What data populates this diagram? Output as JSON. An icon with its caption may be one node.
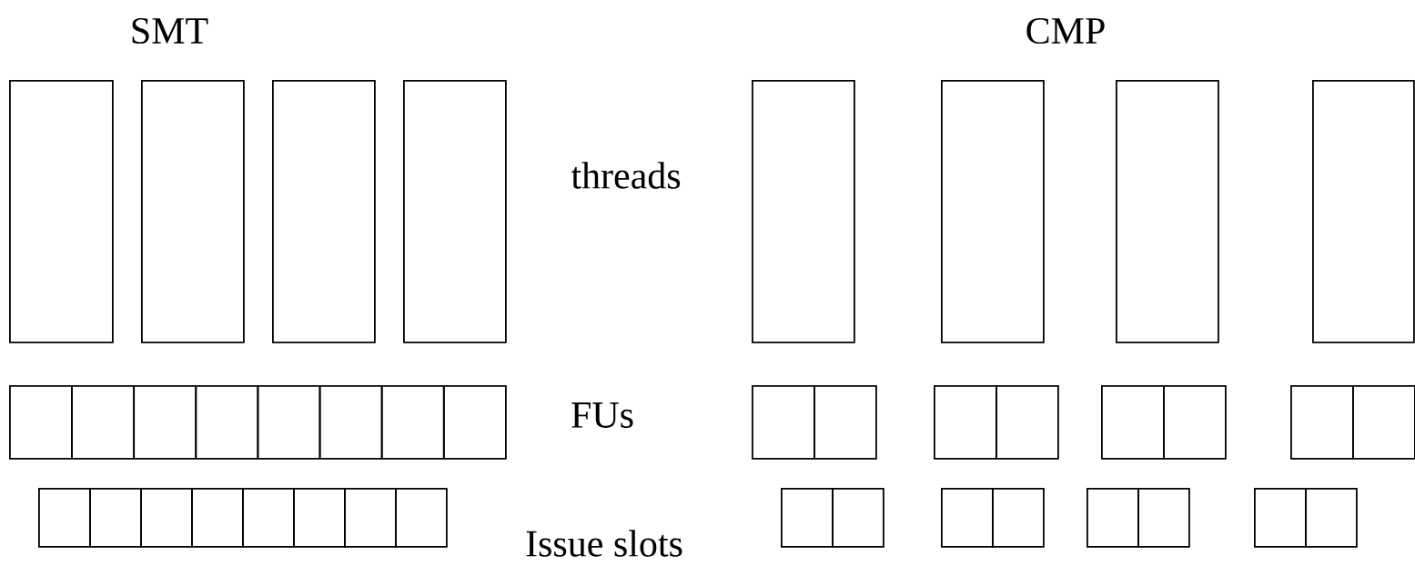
{
  "diagram": {
    "nodes": [
      {
        "text": [],
        "shape": "box"
      },
      {
        "text": [],
        "shape": "box"
      },
      {
        "text": [],
        "shape": "box"
      },
      {
        "text": [],
        "shape": "box"
      },
      {
        "text": [],
        "shape": "box"
      },
      {
        "text": [],
        "shape": "box"
      },
      {
        "text": [],
        "shape": "box"
      },
      {
        "text": [],
        "shape": "box"
      },
      {
        "text": [],
        "shape": "box"
      },
      {
        "text": [],
        "shape": "box"
      },
      {
        "text": [],
        "shape": "box"
      },
      {
        "text": [],
        "shape": "box"
      },
      {
        "text": [],
        "shape": "box"
      },
      {
        "text": [],
        "shape": "box"
      },
      {
        "text": [],
        "shape": "box"
      },
      {
        "text": [],
        "shape": "box"
      },
      {
        "text": [],
        "shape": "box"
      },
      {
        "text": [],
        "shape": "box"
      },
      {
        "text": [],
        "shape": "box"
      },
      {
        "text": [],
        "shape": "box"
      },
      {
        "text": [],
        "shape": "box"
      },
      {
        "text": [],
        "shape": "box"
      },
      {
        "text": [],
        "shape": "box"
      },
      {
        "text": [],
        "shape": "box"
      },
      {
        "text": [],
        "shape": "box"
      },
      {
        "text": [],
        "shape": "box"
      },
      {
        "text": [],
        "shape": "box"
      },
      {
        "text": [],
        "shape": "box"
      },
      {
        "text": [],
        "shape": "box"
      },
      {
        "text": [],
        "shape": "box"
      },
      {
        "text": [],
        "shape": "box"
      },
      {
        "text": [],
        "shape": "box"
      },
      {
        "text": [],
        "shape": "box"
      },
      {
        "text": [],
        "shape": "box"
      },
      {
        "text": [],
        "shape": "box"
      },
      {
        "text": [],
        "shape": "box"
      },
      {
        "text": [],
        "shape": "box"
      },
      {
        "text": [],
        "shape": "box"
      },
      {
        "text": [],
        "shape": "box"
      },
      {
        "text": [],
        "shape": "box"
      }
    ],
    "labels": [
      "SMT",
      "CMP",
      "threads",
      "FUs",
      "Issue slots"
    ]
  }
}
